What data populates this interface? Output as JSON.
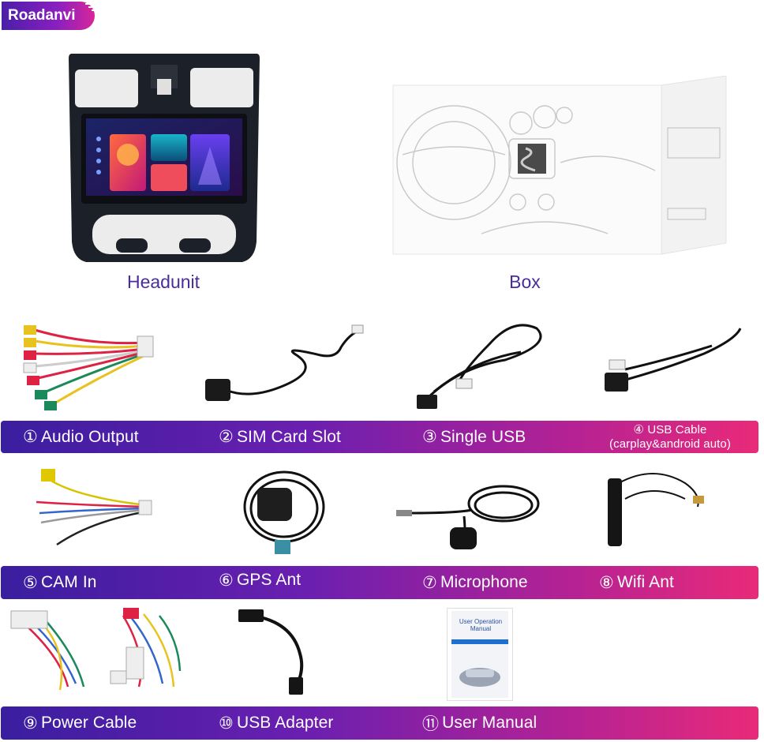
{
  "brand": {
    "name": "Roadanvi"
  },
  "products": {
    "headunit_label": "Headunit",
    "box_label": "Box"
  },
  "accessories": {
    "row1": [
      {
        "number": "①",
        "label": "Audio Output"
      },
      {
        "number": "②",
        "label": "SIM Card Slot"
      },
      {
        "number": "③",
        "label": "Single USB"
      },
      {
        "number": "④",
        "label": "USB Cable",
        "sub": "(carplay&android auto)"
      }
    ],
    "row2": [
      {
        "number": "⑤",
        "label": "CAM In"
      },
      {
        "number": "⑥",
        "label": "GPS Ant"
      },
      {
        "number": "⑦",
        "label": "Microphone"
      },
      {
        "number": "⑧",
        "label": "Wifi Ant"
      }
    ],
    "row3": [
      {
        "number": "⑨",
        "label": "Power Cable"
      },
      {
        "number": "⑩",
        "label": "USB Adapter"
      },
      {
        "number": "⑪",
        "label": "User Manual"
      }
    ]
  },
  "manual": {
    "title": "User Operation Manual"
  },
  "colors": {
    "banner_start": "#3a1ea0",
    "banner_end": "#e92a79",
    "label_purple": "#4a2c9a"
  }
}
